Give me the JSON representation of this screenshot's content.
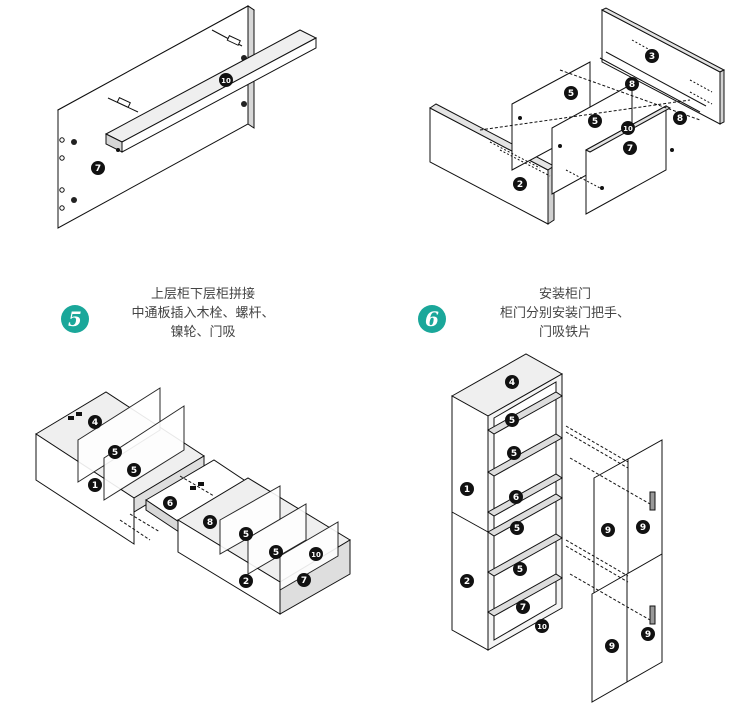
{
  "colors": {
    "panel_fill": "#ffffff",
    "panel_edge": "#c9c9c9",
    "outline": "#111111",
    "badge": "#1aa79a"
  },
  "steps": [
    {
      "number": "5",
      "lines": [
        "上层柜下层柜拼接",
        "中通板插入木栓、螺杆、",
        "镍轮、门吸"
      ]
    },
    {
      "number": "6",
      "lines": [
        "安装柜门",
        "柜门分别安装门把手、",
        "门吸铁片"
      ]
    }
  ],
  "parts": {
    "top_left": [
      "7",
      "10"
    ],
    "top_right": [
      "3",
      "8",
      "5",
      "5",
      "10",
      "8",
      "7",
      "2"
    ],
    "bottom_left": [
      "4",
      "5",
      "5",
      "1",
      "6",
      "8",
      "5",
      "5",
      "10",
      "7",
      "2"
    ],
    "bottom_right": [
      "4",
      "5",
      "5",
      "6",
      "1",
      "5",
      "5",
      "7",
      "10",
      "2",
      "9",
      "9",
      "9",
      "9"
    ]
  }
}
